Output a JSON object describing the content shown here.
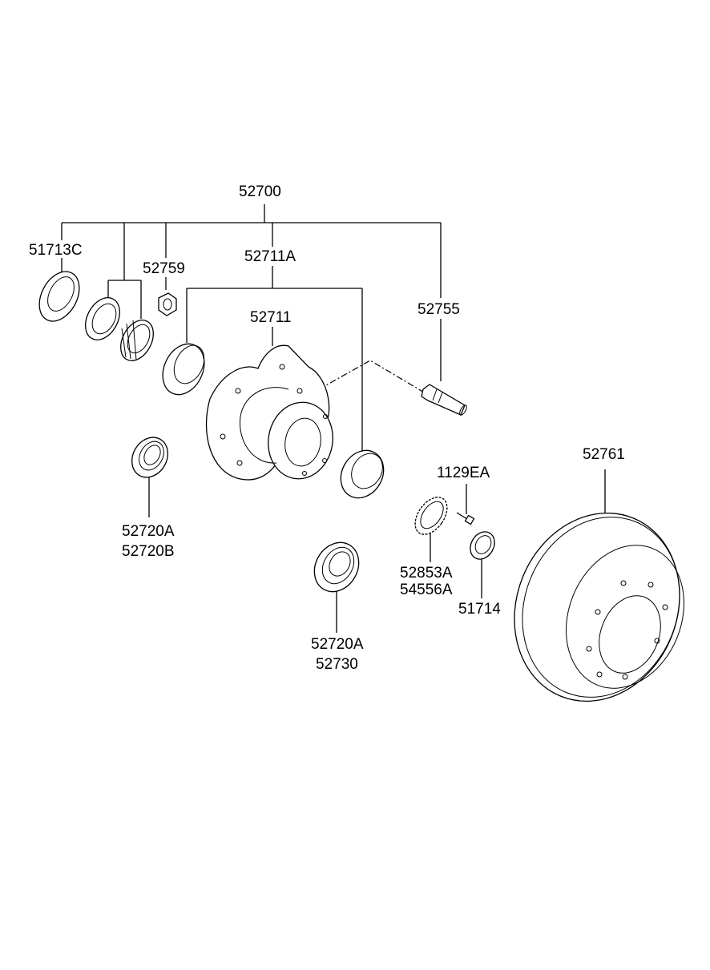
{
  "diagram": {
    "type": "exploded parts diagram",
    "labels": {
      "assembly": "52700",
      "seal_outer": "51713C",
      "nut": "52759",
      "hub_bolt_group": "52711A",
      "hub": "52711",
      "wheel_stud": "52755",
      "bearing_left_a": "52720A",
      "bearing_left_b": "52720B",
      "screw": "1129EA",
      "drum": "52761",
      "ring_a": "52853A",
      "ring_b": "54556A",
      "seal_inner": "51714",
      "bearing_center_a": "52720A",
      "bearing_center_b": "52730"
    }
  }
}
